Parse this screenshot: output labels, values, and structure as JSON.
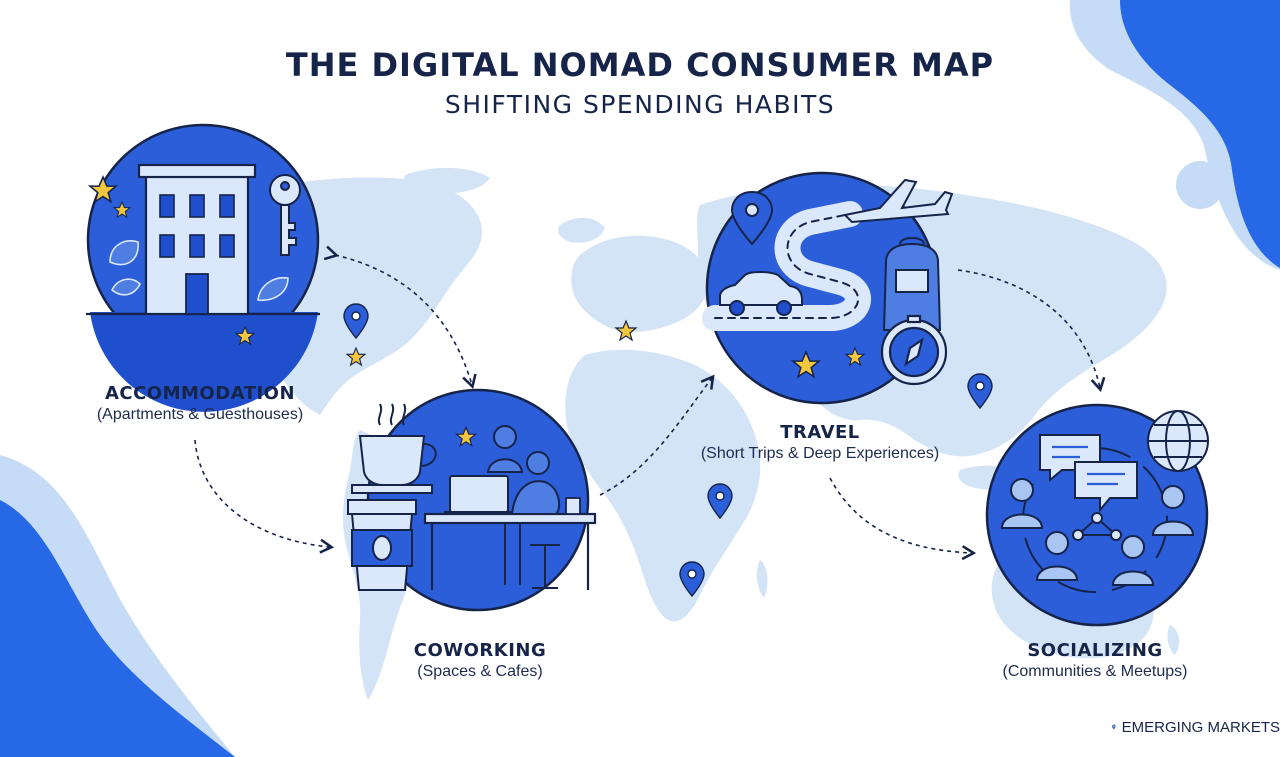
{
  "header": {
    "title": "THE DIGITAL NOMAD CONSUMER MAP",
    "subtitle": "SHIFTING SPENDING HABITS"
  },
  "categories": [
    {
      "title": "ACCOMMODATION",
      "subtitle": "(Apartments & Guesthouses)",
      "icon": "hotel-icon"
    },
    {
      "title": "COWORKING",
      "subtitle": "(Spaces & Cafes)",
      "icon": "coffee-laptop-icon"
    },
    {
      "title": "TRAVEL",
      "subtitle": "(Short Trips & Deep Experiences)",
      "icon": "road-trip-icon"
    },
    {
      "title": "SOCIALIZING",
      "subtitle": "(Communities & Meetups)",
      "icon": "community-icon"
    }
  ],
  "legend": {
    "label": "EMERGING MARKETS",
    "icon": "map-pin-icon"
  },
  "colors": {
    "circle": "#2b5ed8",
    "circle_dark": "#163fb0",
    "map": "#d3e4f7",
    "blob_light": "#c6dcf6",
    "blob_dark": "#2668e6",
    "text": "#16244a",
    "star": "#f2c73d"
  }
}
